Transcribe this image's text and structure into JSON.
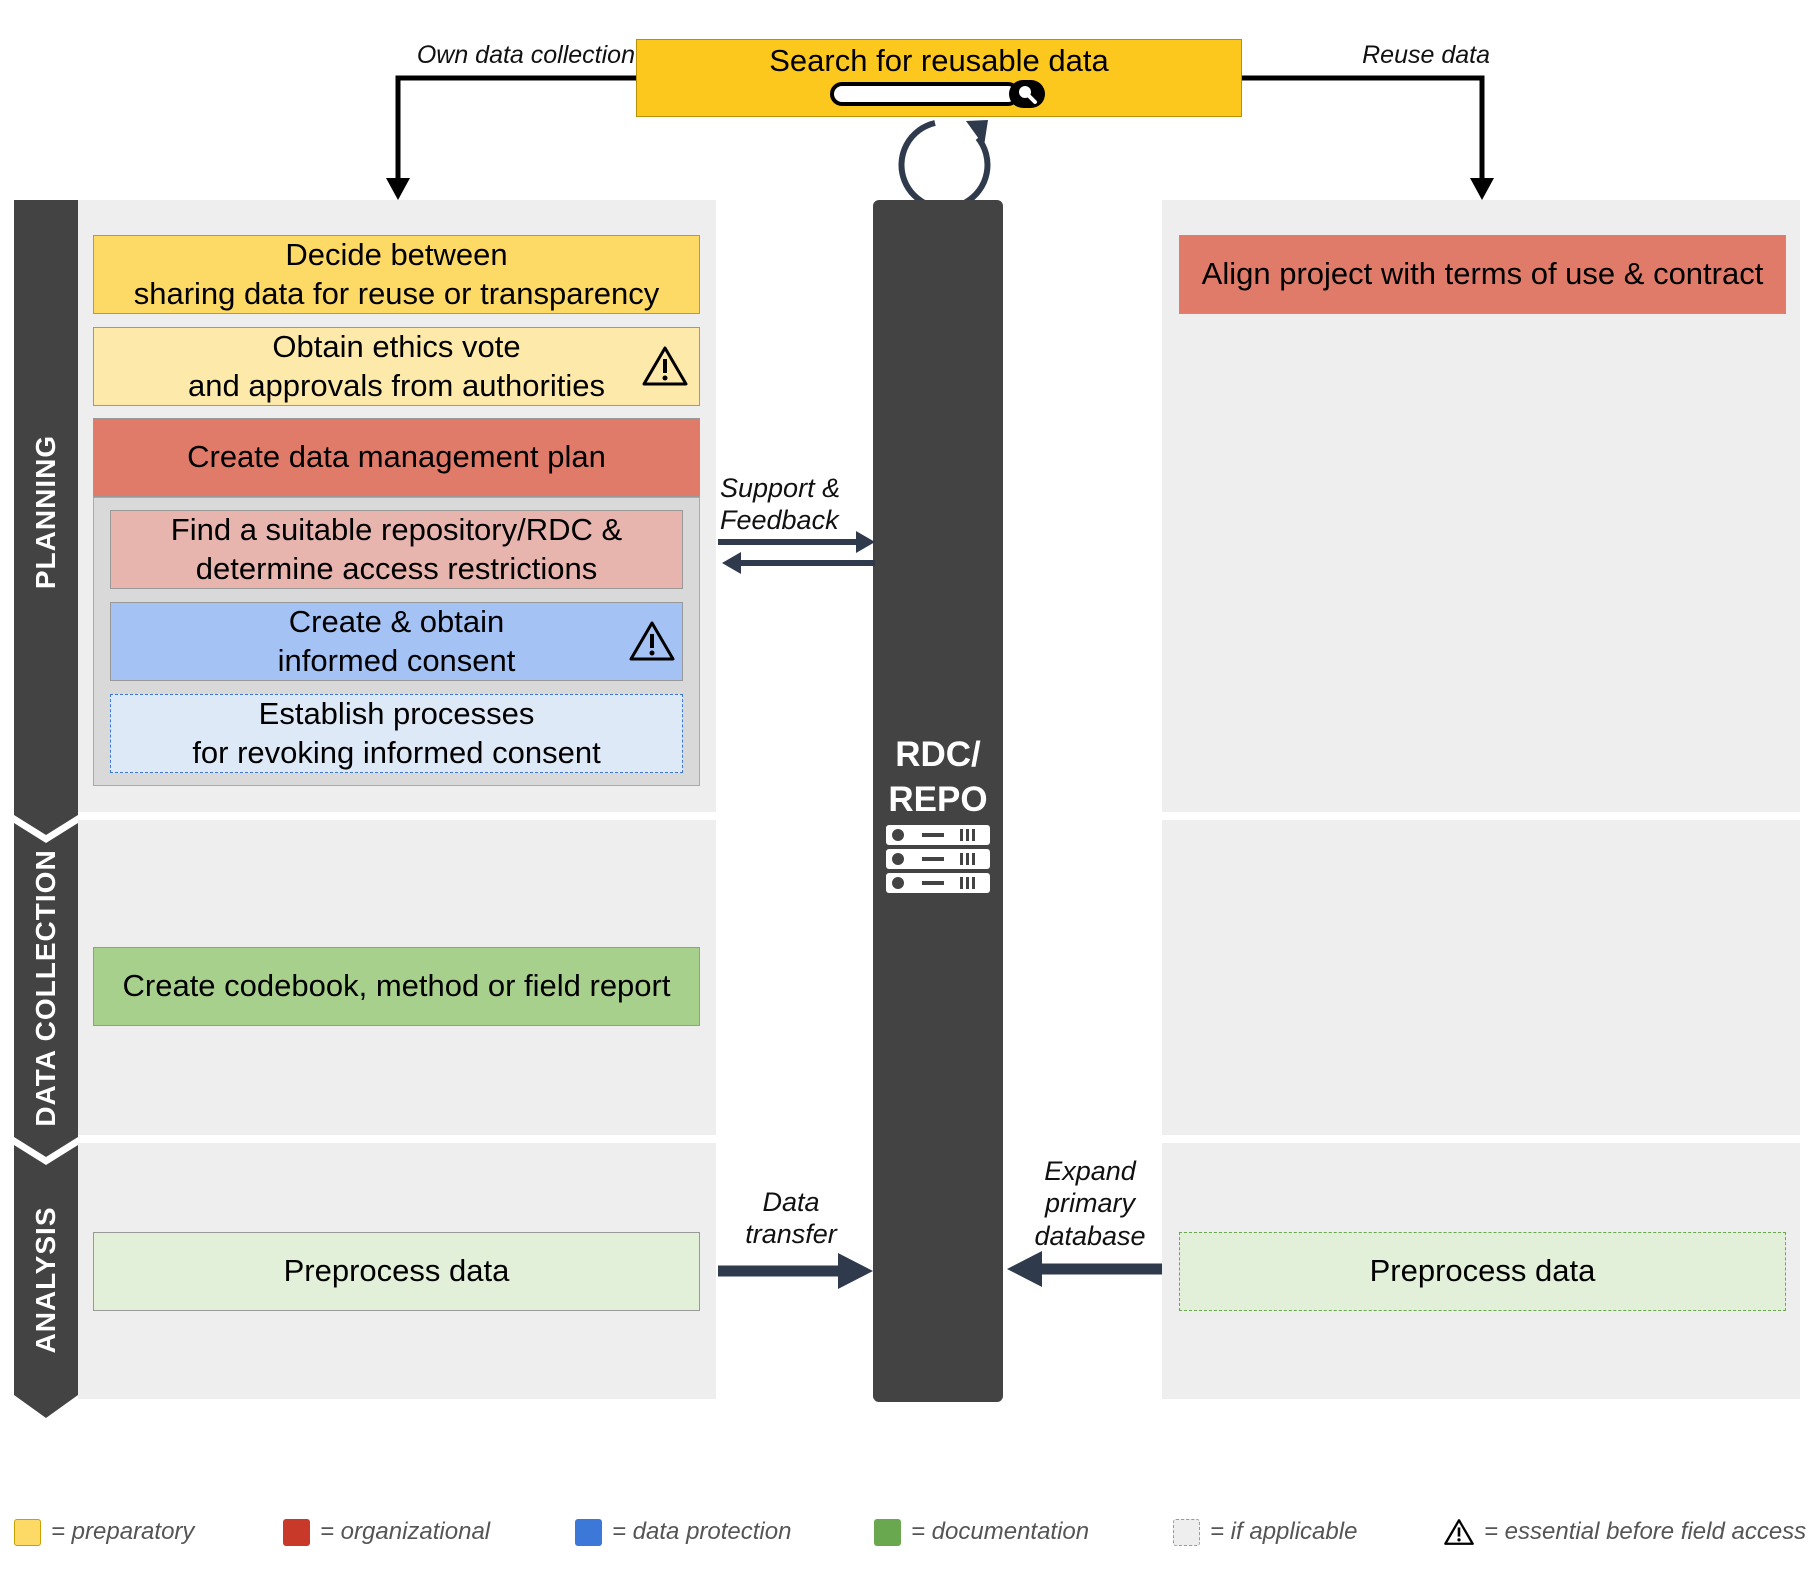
{
  "top": {
    "search_label": "Search for reusable data",
    "own_collection_label": "Own data collection",
    "reuse_label": "Reuse data"
  },
  "phases": [
    "PLANNING",
    "DATA COLLECTION",
    "ANALYSIS"
  ],
  "left": {
    "decide": "Decide between\nsharing data for reuse or transparency",
    "ethics": "Obtain ethics vote\nand approvals  from authorities",
    "dmp": "Create data management plan",
    "repository": "Find a suitable repository/RDC  &\ndetermine access restrictions",
    "consent": "Create & obtain\ninformed consent",
    "revoke": "Establish processes\nfor revoking informed consent",
    "codebook": "Create codebook,  method or field report",
    "preprocess": "Preprocess  data"
  },
  "center": {
    "repo_line1": "RDC/",
    "repo_line2": "REPO",
    "support_label": "Support &\nFeedback",
    "transfer_label": "Data\ntransfer",
    "expand_label": "Expand\nprimary\ndatabase"
  },
  "right": {
    "align": "Align project with terms of use & contract",
    "preprocess": "Preprocess  data"
  },
  "legend": [
    {
      "label": "= preparatory",
      "color": "#fdd966"
    },
    {
      "label": "= organizational",
      "color": "#c9392a"
    },
    {
      "label": "= data protection",
      "color": "#3c78d8"
    },
    {
      "label": "= documentation",
      "color": "#6aa84f"
    },
    {
      "label": "= if applicable",
      "color": "#eeeeee"
    },
    {
      "label": "= essential before field access",
      "color": "warning-icon"
    }
  ],
  "colors": {
    "preparatory": "#fdd966",
    "preparatory_light": "#fde9a9",
    "organizational": "#e07b6a",
    "organizational_light": "#e8b4ae",
    "data_protection": "#a4c2f4",
    "data_protection_light": "#dde9f7",
    "documentation": "#a8d08d",
    "documentation_light": "#e2efd9",
    "search_bar": "#fdc81e",
    "dark": "#434343"
  }
}
